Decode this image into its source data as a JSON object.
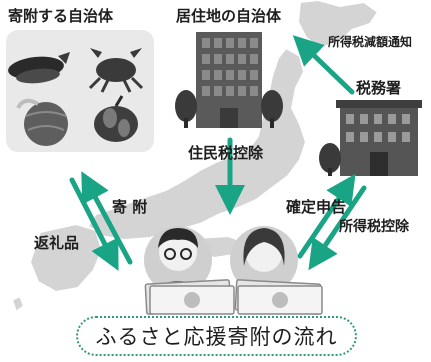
{
  "labels": {
    "donation_municipality": "寄附する自治体",
    "residence_municipality": "居住地の自治体",
    "income_tax_reduction_notice": "所得税減額通知",
    "tax_office": "税務署",
    "resident_tax_deduction": "住民税控除",
    "donation": "寄 附",
    "return_gift": "返礼品",
    "tax_return": "確定申告",
    "income_tax_deduction": "所得税控除"
  },
  "caption": "ふるさと応援寄附の流れ",
  "colors": {
    "arrow": "#1aa486",
    "caption_border": "#2f9a7a",
    "map": "#d4d4d4",
    "map_outline": "#ffffff",
    "panel": "#e9e9e9",
    "building_dark": "#5a5a5a",
    "tree": "#3a3a3a"
  },
  "icons": [
    "japan-map",
    "meat-icon",
    "crab-icon",
    "melon-icon",
    "fruit-icon",
    "city-hall-building-icon",
    "tax-office-building-icon",
    "man-avatar-icon",
    "woman-avatar-icon",
    "banknote-icon"
  ]
}
